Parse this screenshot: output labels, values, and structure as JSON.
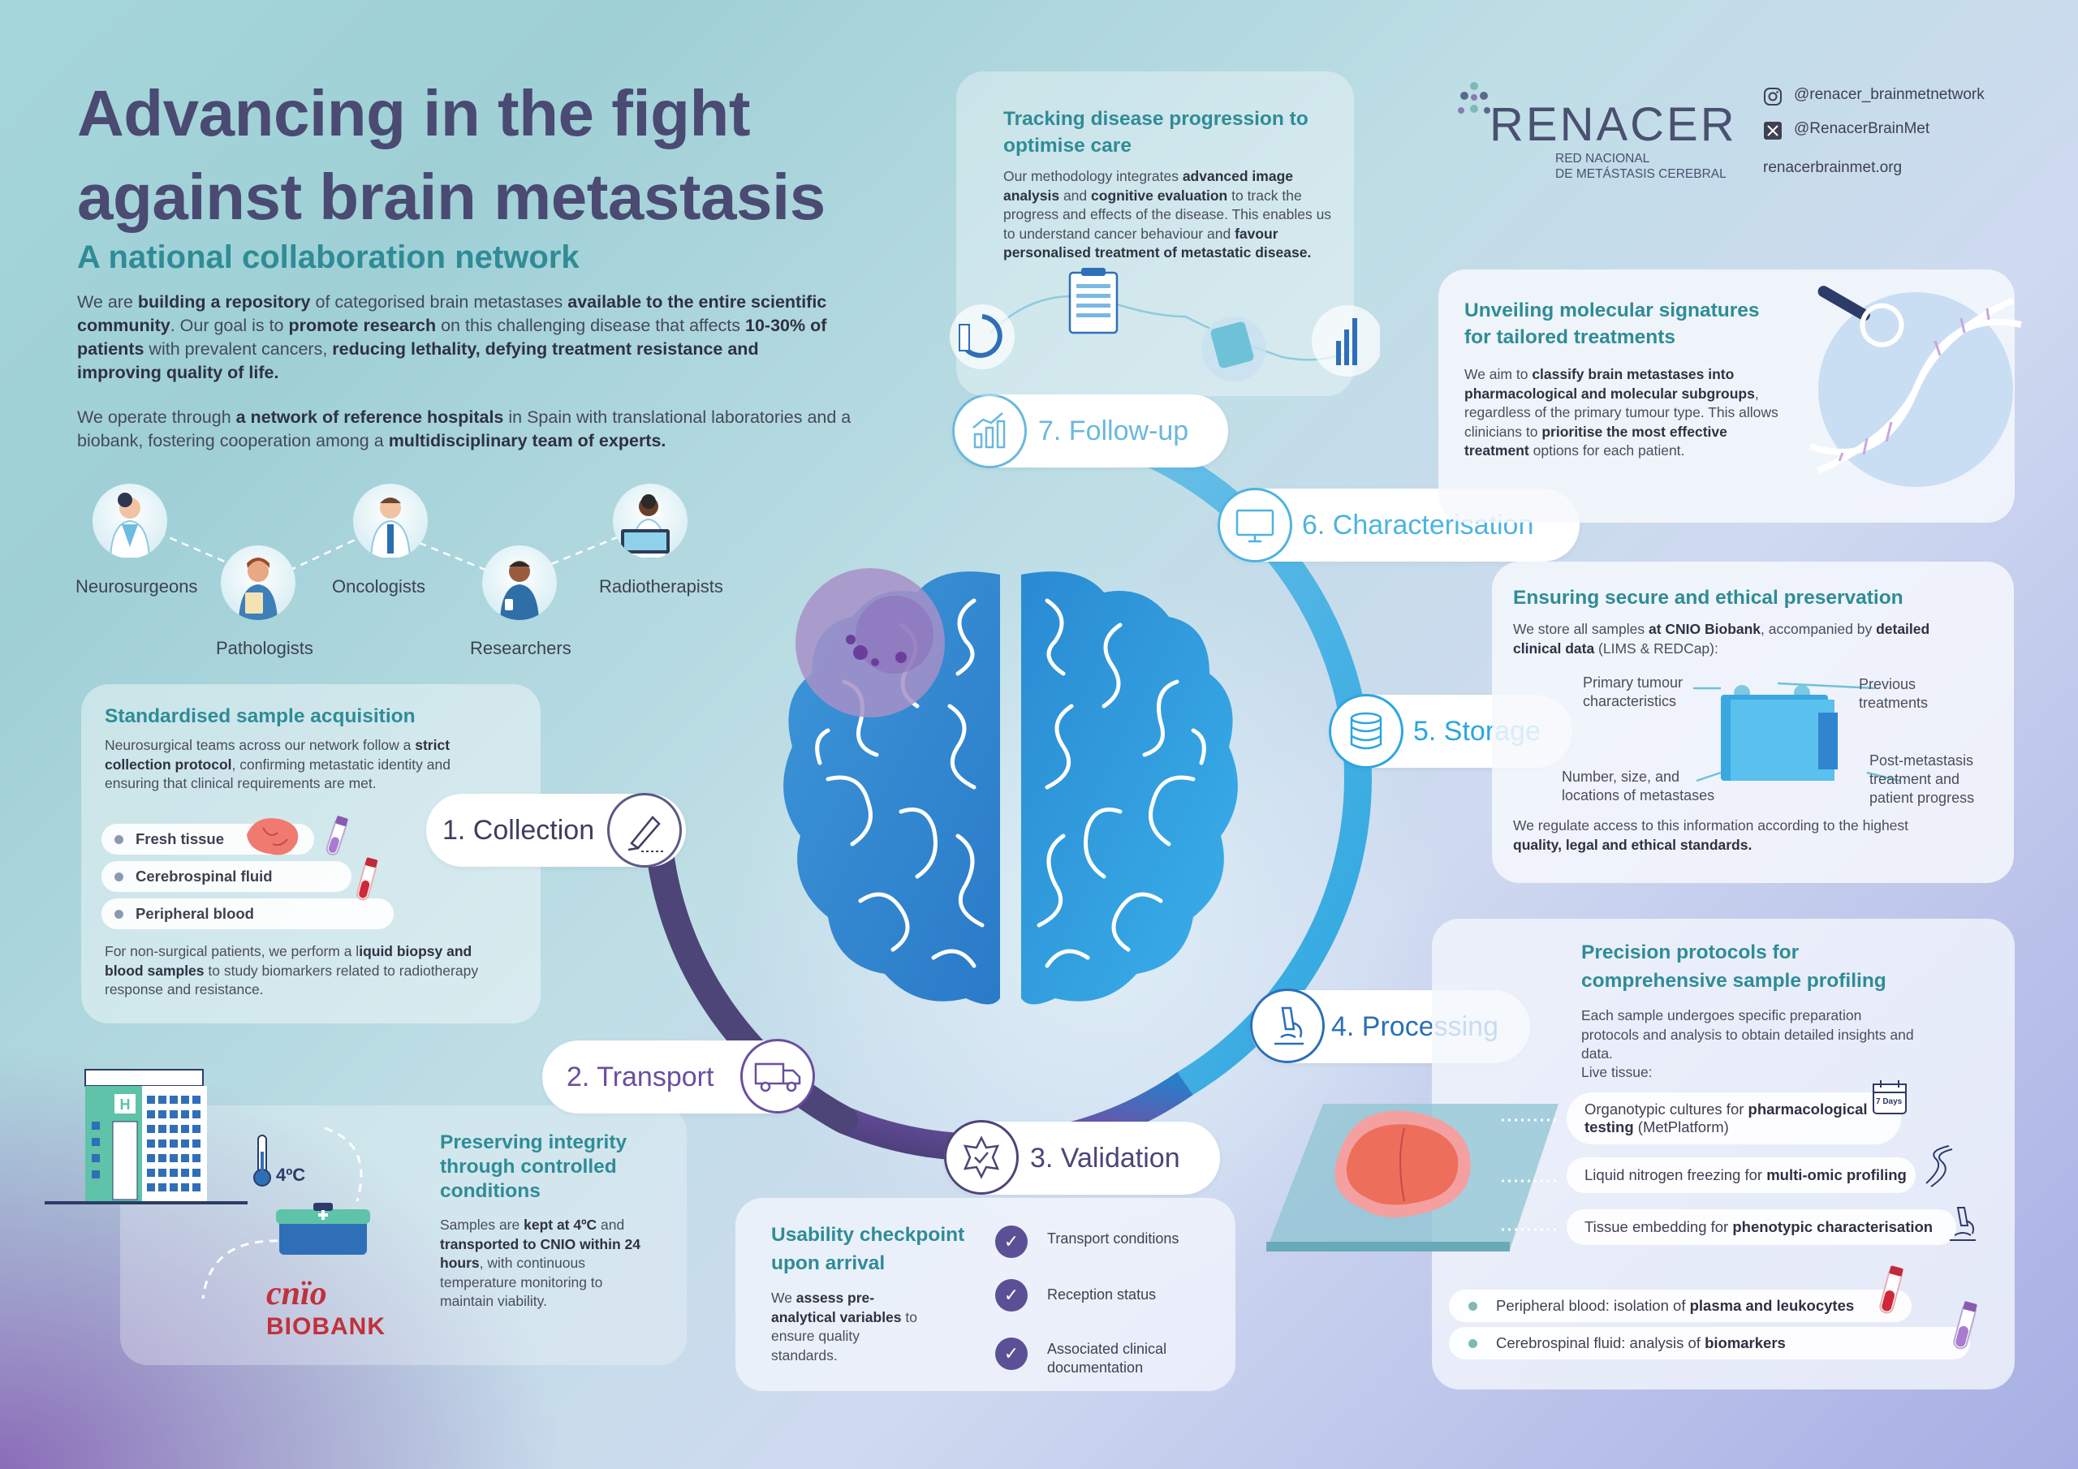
{
  "header": {
    "title_line1": "Advancing in the fight",
    "title_line2": "against brain metastasis",
    "subtitle": "A national collaboration network"
  },
  "intro": {
    "p1": [
      {
        "t": "We are ",
        "b": false
      },
      {
        "t": "building a repository",
        "b": true
      },
      {
        "t": " of categorised brain metastases ",
        "b": false
      },
      {
        "t": "available to the entire scientific community",
        "b": true
      },
      {
        "t": ". Our goal is to ",
        "b": false
      },
      {
        "t": "promote research",
        "b": true
      },
      {
        "t": " on this challenging disease that affects ",
        "b": false
      },
      {
        "t": "10-30% of patients",
        "b": true
      },
      {
        "t": " with prevalent cancers, ",
        "b": false
      },
      {
        "t": "reducing lethality, defying treatment resistance and improving quality of life.",
        "b": true
      }
    ],
    "p2": [
      {
        "t": "We operate through ",
        "b": false
      },
      {
        "t": "a network of reference hospitals",
        "b": true
      },
      {
        "t": " in Spain with translational laboratories and a biobank, fostering cooperation among a ",
        "b": false
      },
      {
        "t": "multidisciplinary team of experts.",
        "b": true
      }
    ]
  },
  "team": {
    "neurosurgeons": "Neurosurgeons",
    "pathologists": "Pathologists",
    "oncologists": "Oncologists",
    "researchers": "Researchers",
    "radiotherapists": "Radiotherapists"
  },
  "brand": {
    "name": "RENACER",
    "sub1": "RED NACIONAL",
    "sub2": "DE METÁSTASIS CEREBRAL",
    "instagram": "@renacer_brainmetnetwork",
    "x_handle": "@RenacerBrainMet",
    "website": "renacerbrainmet.org"
  },
  "steps": {
    "s1": "1. Collection",
    "s2": "2. Transport",
    "s3": "3. Validation",
    "s4": "4. Processing",
    "s5": "5. Storage",
    "s6": "6. Characterisation",
    "s7": "7. Follow-up"
  },
  "collection": {
    "heading": "Standardised sample acquisition",
    "p1": [
      {
        "t": "Neurosurgical teams across our network follow a ",
        "b": false
      },
      {
        "t": "strict collection protocol",
        "b": true
      },
      {
        "t": ", confirming metastatic identity and ensuring that clinical requirements are met.",
        "b": false
      }
    ],
    "samples": [
      "Fresh tissue",
      "Cerebrospinal fluid",
      "Peripheral blood"
    ],
    "p2": [
      {
        "t": "For non-surgical patients, we perform a l",
        "b": false
      },
      {
        "t": "iquid biopsy and blood samples",
        "b": true
      },
      {
        "t": " to study biomarkers related to radiotherapy response and resistance.",
        "b": false
      }
    ]
  },
  "transport": {
    "heading": "Preserving integrity through controlled conditions",
    "temp": "4ºC",
    "p": [
      {
        "t": "Samples are ",
        "b": false
      },
      {
        "t": "kept at 4ºC",
        "b": true
      },
      {
        "t": " and ",
        "b": false
      },
      {
        "t": "transported to CNIO within 24 hours",
        "b": true
      },
      {
        "t": ", with continuous temperature monitoring to maintain viability.",
        "b": false
      }
    ],
    "logo_top": "cnïo",
    "logo_bottom": "BIOBANK"
  },
  "validation": {
    "heading": "Usability checkpoint upon arrival",
    "p": [
      {
        "t": "We ",
        "b": false
      },
      {
        "t": "assess pre-analytical variables",
        "b": true
      },
      {
        "t": " to ensure quality standards.",
        "b": false
      }
    ],
    "checks": [
      "Transport conditions",
      "Reception status",
      "Associated clinical documentation"
    ]
  },
  "processing": {
    "heading": "Precision protocols for comprehensive sample profiling",
    "p": "Each sample undergoes specific preparation protocols and analysis to obtain detailed insights and data.",
    "live": "Live tissue:",
    "calendar": "7 Days",
    "items": [
      [
        {
          "t": "Organotypic cultures  for ",
          "b": false
        },
        {
          "t": "pharmacological testing",
          "b": true
        },
        {
          "t": " (MetPlatform)",
          "b": false
        }
      ],
      [
        {
          "t": "Liquid nitrogen freezing  for ",
          "b": false
        },
        {
          "t": "multi-omic profiling",
          "b": true
        }
      ],
      [
        {
          "t": "Tissue embedding for ",
          "b": false
        },
        {
          "t": "phenotypic characterisation",
          "b": true
        }
      ]
    ],
    "blood1": [
      {
        "t": "Peripheral blood: isolation of ",
        "b": false
      },
      {
        "t": "plasma and leukocytes",
        "b": true
      }
    ],
    "blood2": [
      {
        "t": "Cerebrospinal fluid: analysis of ",
        "b": false
      },
      {
        "t": "biomarkers",
        "b": true
      }
    ]
  },
  "storage": {
    "heading": "Ensuring secure and ethical preservation",
    "p1": [
      {
        "t": "We store all samples ",
        "b": false
      },
      {
        "t": "at CNIO Biobank",
        "b": true
      },
      {
        "t": ", accompanied by ",
        "b": false
      },
      {
        "t": "detailed clinical data",
        "b": true
      },
      {
        "t": " (LIMS & REDCap):",
        "b": false
      }
    ],
    "lab_primary": "Primary tumour characteristics",
    "lab_previous": "Previous treatments",
    "lab_number": "Number, size, and locations of metastases",
    "lab_post": "Post-metastasis treatment and patient progress",
    "p2": [
      {
        "t": "We regulate access to this information according to the highest ",
        "b": false
      },
      {
        "t": "quality, legal and ethical standards.",
        "b": true
      }
    ]
  },
  "characterisation": {
    "heading": "Unveiling molecular signatures for tailored treatments",
    "p": [
      {
        "t": "We aim to ",
        "b": false
      },
      {
        "t": "classify brain metastases into pharmacological and molecular subgroups",
        "b": true
      },
      {
        "t": ", regardless of the primary tumour type. This allows clinicians to ",
        "b": false
      },
      {
        "t": "prioritise the most effective treatment",
        "b": true
      },
      {
        "t": " options for each patient.",
        "b": false
      }
    ]
  },
  "followup": {
    "heading": "Tracking disease progression to optimise care",
    "p": [
      {
        "t": "Our methodology integrates ",
        "b": false
      },
      {
        "t": "advanced image analysis",
        "b": true
      },
      {
        "t": " and ",
        "b": false
      },
      {
        "t": "cognitive evaluation",
        "b": true
      },
      {
        "t": " to track the progress and effects of the disease. This enables us to understand cancer behaviour and ",
        "b": false
      },
      {
        "t": "favour personalised treatment of metastatic disease.",
        "b": true
      }
    ]
  },
  "colors": {
    "title": "#4a4a72",
    "teal": "#2f8c96",
    "brain": "#2f86cf",
    "ring_blue": "#3eb8e6",
    "ring_purple": "#6a4f9e"
  }
}
